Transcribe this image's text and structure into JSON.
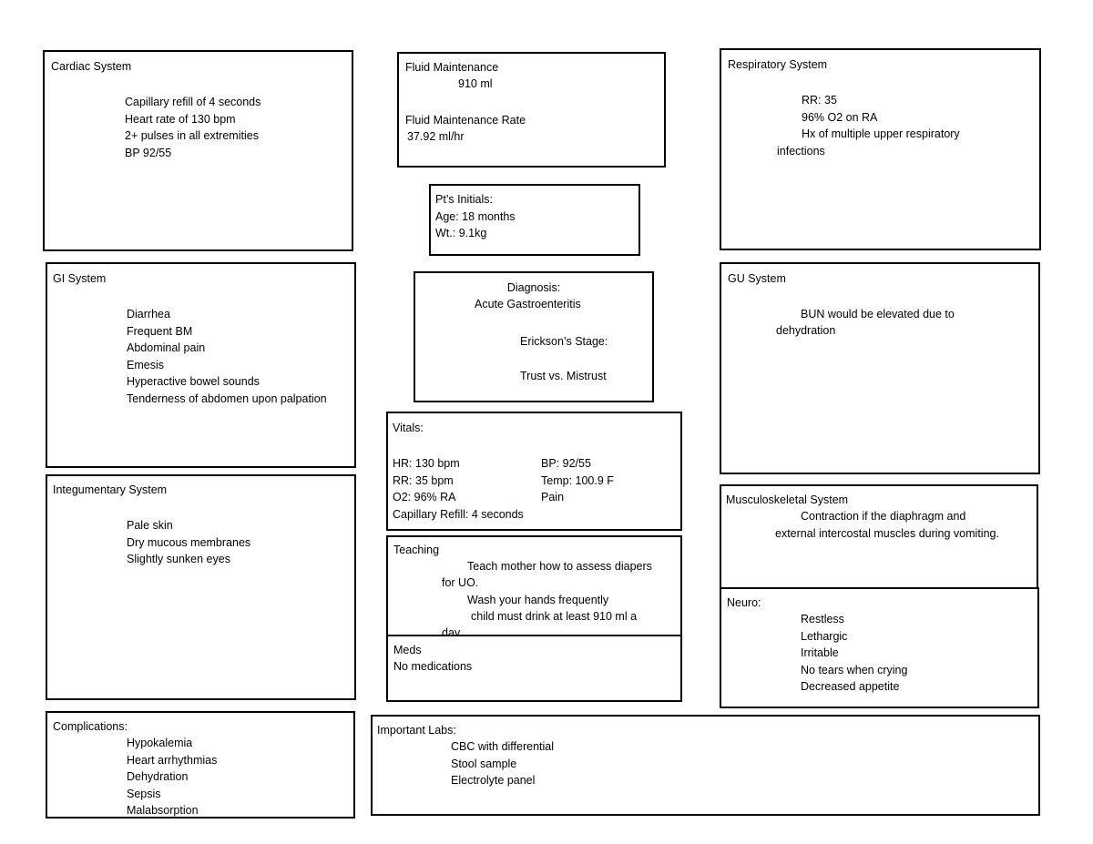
{
  "cardiac": {
    "title": "Cardiac System",
    "items": [
      "Capillary refill of 4 seconds",
      "Heart rate of 130 bpm",
      "2+ pulses in all extremities",
      "BP 92/55"
    ]
  },
  "fluid": {
    "title": "Fluid Maintenance",
    "value": "910 ml",
    "rate_title": "Fluid Maintenance Rate",
    "rate_value": "37.92 ml/hr"
  },
  "respiratory": {
    "title": "Respiratory System",
    "items": [
      "RR: 35",
      "96% O2 on RA",
      "Hx of multiple upper respiratory"
    ],
    "continuation": "infections"
  },
  "patient": {
    "initials": "Pt’s Initials:",
    "age": "Age: 18 months",
    "weight": "Wt.: 9.1kg"
  },
  "gi": {
    "title": "GI System",
    "items": [
      "Diarrhea",
      "Frequent BM",
      "Abdominal pain",
      "Emesis",
      "Hyperactive bowel sounds",
      "Tenderness of abdomen upon palpation"
    ]
  },
  "diagnosis": {
    "label": "Diagnosis:",
    "value": "Acute Gastroenteritis",
    "stage_label": "Erickson’s Stage:",
    "stage_value": "Trust vs. Mistrust"
  },
  "gu": {
    "title": "GU System",
    "line1": "BUN would be elevated due to",
    "line2": "dehydration"
  },
  "vitals": {
    "title": "Vitals:",
    "left": [
      "HR: 130 bpm",
      "RR: 35 bpm",
      "O2: 96% RA",
      "Capillary Refill: 4 seconds"
    ],
    "right": [
      "BP: 92/55",
      "Temp: 100.9 F",
      "Pain"
    ]
  },
  "integumentary": {
    "title": "Integumentary System",
    "items": [
      "Pale skin",
      "Dry mucous membranes",
      "Slightly sunken eyes"
    ]
  },
  "teaching": {
    "title": "Teaching",
    "line1": "Teach mother how to assess diapers",
    "line2": "for UO.",
    "line3": "Wash your hands frequently",
    "line4": "child must drink at least 910 ml a",
    "line5": "day"
  },
  "musculoskeletal": {
    "title": "Musculoskeletal System",
    "line1": "Contraction if the diaphragm and",
    "line2": "external intercostal muscles during vomiting."
  },
  "meds": {
    "title": "Meds",
    "value": "No medications"
  },
  "neuro": {
    "title": "Neuro:",
    "items": [
      "Restless",
      "Lethargic",
      "Irritable",
      "No tears when crying",
      "Decreased appetite"
    ]
  },
  "complications": {
    "title": "Complications:",
    "items": [
      "Hypokalemia",
      "Heart arrhythmias",
      "Dehydration",
      "Sepsis",
      "Malabsorption"
    ]
  },
  "labs": {
    "title": "Important Labs:",
    "items": [
      "CBC with differential",
      "Stool sample",
      "Electrolyte panel"
    ]
  }
}
